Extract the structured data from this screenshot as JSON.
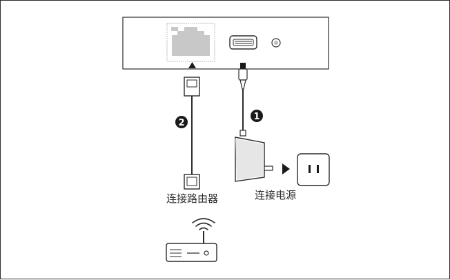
{
  "labels": {
    "router_text": "连接路由器",
    "power_text": "连接电源"
  },
  "steps": {
    "power_step": "1",
    "router_step": "2"
  },
  "colors": {
    "stroke": "#2b2b2b",
    "fill_gray": "#d9d9d9",
    "port_gray": "#c8c8c8",
    "badge": "#1a1a1a"
  }
}
